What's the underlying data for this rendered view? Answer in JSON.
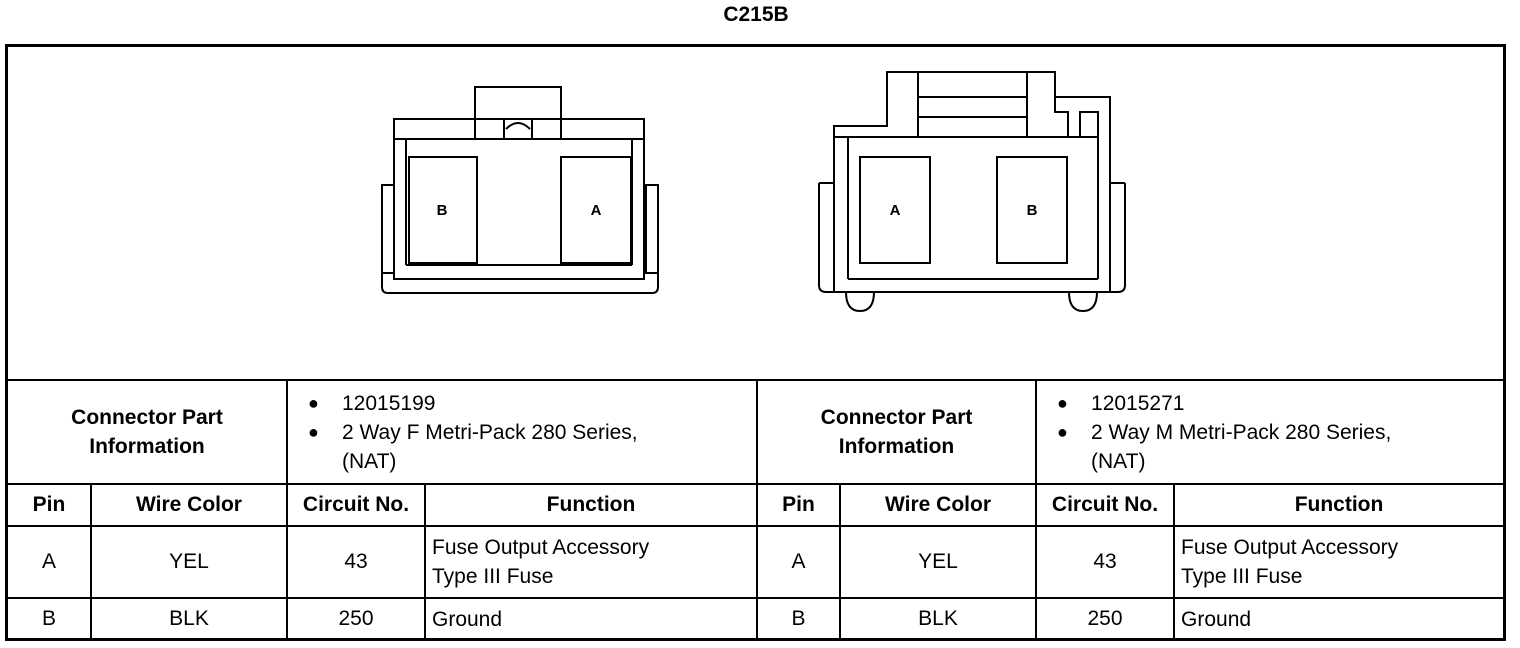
{
  "title": "C215B",
  "connectors": [
    {
      "diagram_pins": [
        "B",
        "A"
      ],
      "part_info_label_line1": "Connector Part",
      "part_info_label_line2": "Information",
      "part_info": [
        "12015199",
        "2 Way F Metri-Pack 280 Series,",
        "(NAT)"
      ],
      "headers": {
        "pin": "Pin",
        "wire_color": "Wire Color",
        "circuit": "Circuit No.",
        "function": "Function"
      },
      "rows": [
        {
          "pin": "A",
          "wire_color": "YEL",
          "circuit": "43",
          "function_line1": "Fuse Output Accessory",
          "function_line2": "Type III Fuse"
        },
        {
          "pin": "B",
          "wire_color": "BLK",
          "circuit": "250",
          "function_line1": "Ground",
          "function_line2": ""
        }
      ]
    },
    {
      "diagram_pins": [
        "A",
        "B"
      ],
      "part_info_label_line1": "Connector Part",
      "part_info_label_line2": "Information",
      "part_info": [
        "12015271",
        "2 Way M Metri-Pack 280 Series,",
        "(NAT)"
      ],
      "headers": {
        "pin": "Pin",
        "wire_color": "Wire Color",
        "circuit": "Circuit No.",
        "function": "Function"
      },
      "rows": [
        {
          "pin": "A",
          "wire_color": "YEL",
          "circuit": "43",
          "function_line1": "Fuse Output Accessory",
          "function_line2": "Type III Fuse"
        },
        {
          "pin": "B",
          "wire_color": "BLK",
          "circuit": "250",
          "function_line1": "Ground",
          "function_line2": ""
        }
      ]
    }
  ]
}
